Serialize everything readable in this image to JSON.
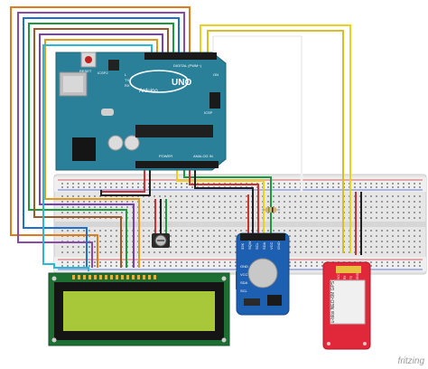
{
  "arduino": {
    "uno_label": "UNO",
    "brand_label": "Arduino",
    "reset_label": "RESET",
    "icsp_label": "ICSP2",
    "tx_label": "TX",
    "rx_label": "RX",
    "l_label": "L",
    "on_label": "ON",
    "icsp_right_label": "ICSP",
    "digital_label": "DIGITAL (PWM~)",
    "power_label": "POWER",
    "analog_label": "ANALOG IN"
  },
  "rtc_module": {
    "pin_labels": [
      "32K",
      "SQW",
      "SCL",
      "SDA",
      "VCC",
      "GND"
    ],
    "side_labels": [
      "GND",
      "VCC",
      "SDA",
      "SCL"
    ]
  },
  "gps_module": {
    "model_label": "u-blox NEO-6M GPS",
    "pin_labels": [
      "VCC",
      "RX",
      "TX",
      "GND"
    ]
  },
  "watermark": "fritzing",
  "colors": {
    "board": "#2a7f99",
    "lcd_frame": "#1c6e33",
    "lcd_screen": "#a8c83a",
    "rtc_board": "#1d5fb0",
    "gps_board": "#e0283a",
    "breadboard": "#e8e8e8"
  }
}
